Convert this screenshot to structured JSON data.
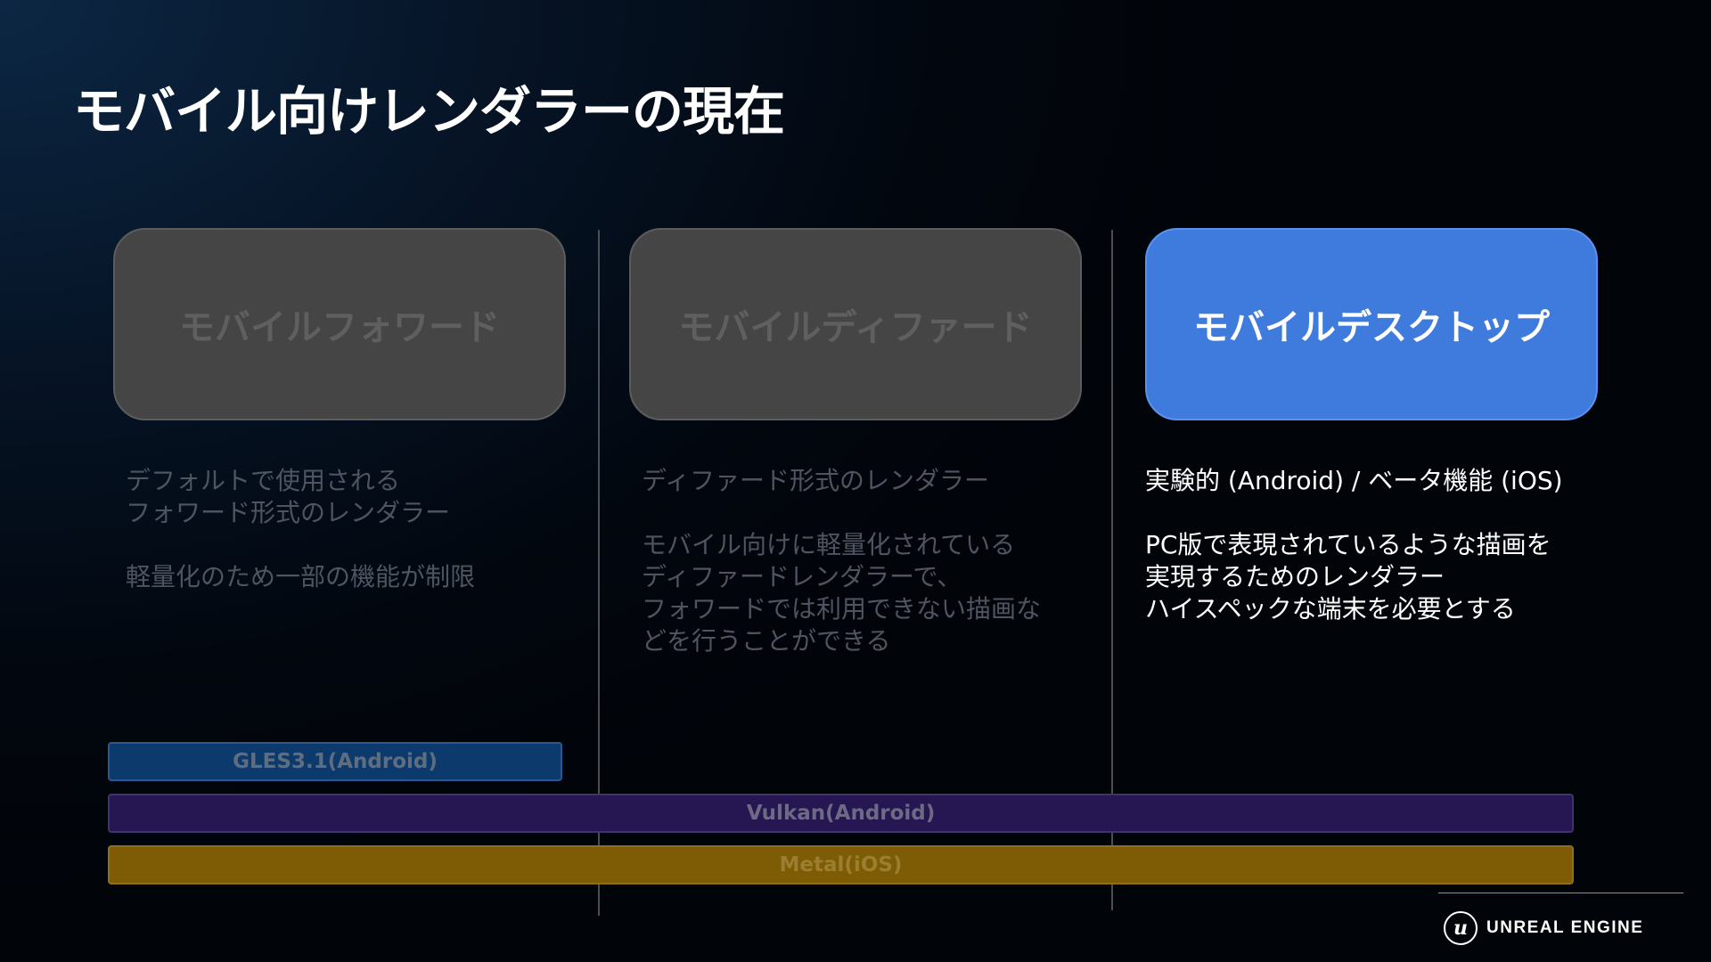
{
  "slide": {
    "title": "モバイル向けレンダラーの現在"
  },
  "columns": [
    {
      "label": "モバイルフォワード",
      "state": "dim",
      "description": [
        [
          "デフォルトで使用される",
          "フォワード形式のレンダラー"
        ],
        [
          "軽量化のため一部の機能が制限"
        ]
      ]
    },
    {
      "label": "モバイルディファード",
      "state": "dim",
      "description": [
        [
          "ディファード形式のレンダラー"
        ],
        [
          "モバイル向けに軽量化されている",
          "ディファードレンダラーで、",
          "フォワードでは利用できない描画な",
          "どを行うことができる"
        ]
      ]
    },
    {
      "label": "モバイルデスクトップ",
      "state": "active",
      "description": [
        [
          "実験的 (Android) / ベータ機能 (iOS)"
        ],
        [
          "PC版で表現されているような描画を",
          "実現するためのレンダラー",
          "ハイスペックな端末を必要とする"
        ]
      ]
    }
  ],
  "platform_bars": {
    "gles": "GLES3.1(Android)",
    "vulkan": "Vulkan(Android)",
    "metal": "Metal(iOS)"
  },
  "brand": {
    "logo_glyph": "u",
    "name": "UNREAL ENGINE"
  },
  "colors": {
    "accent": "#3f7bdc",
    "dim_card": "#454545",
    "gles_bar": "#0d3a6c",
    "vulkan_bar": "#261651",
    "metal_bar": "#7d5c05"
  }
}
